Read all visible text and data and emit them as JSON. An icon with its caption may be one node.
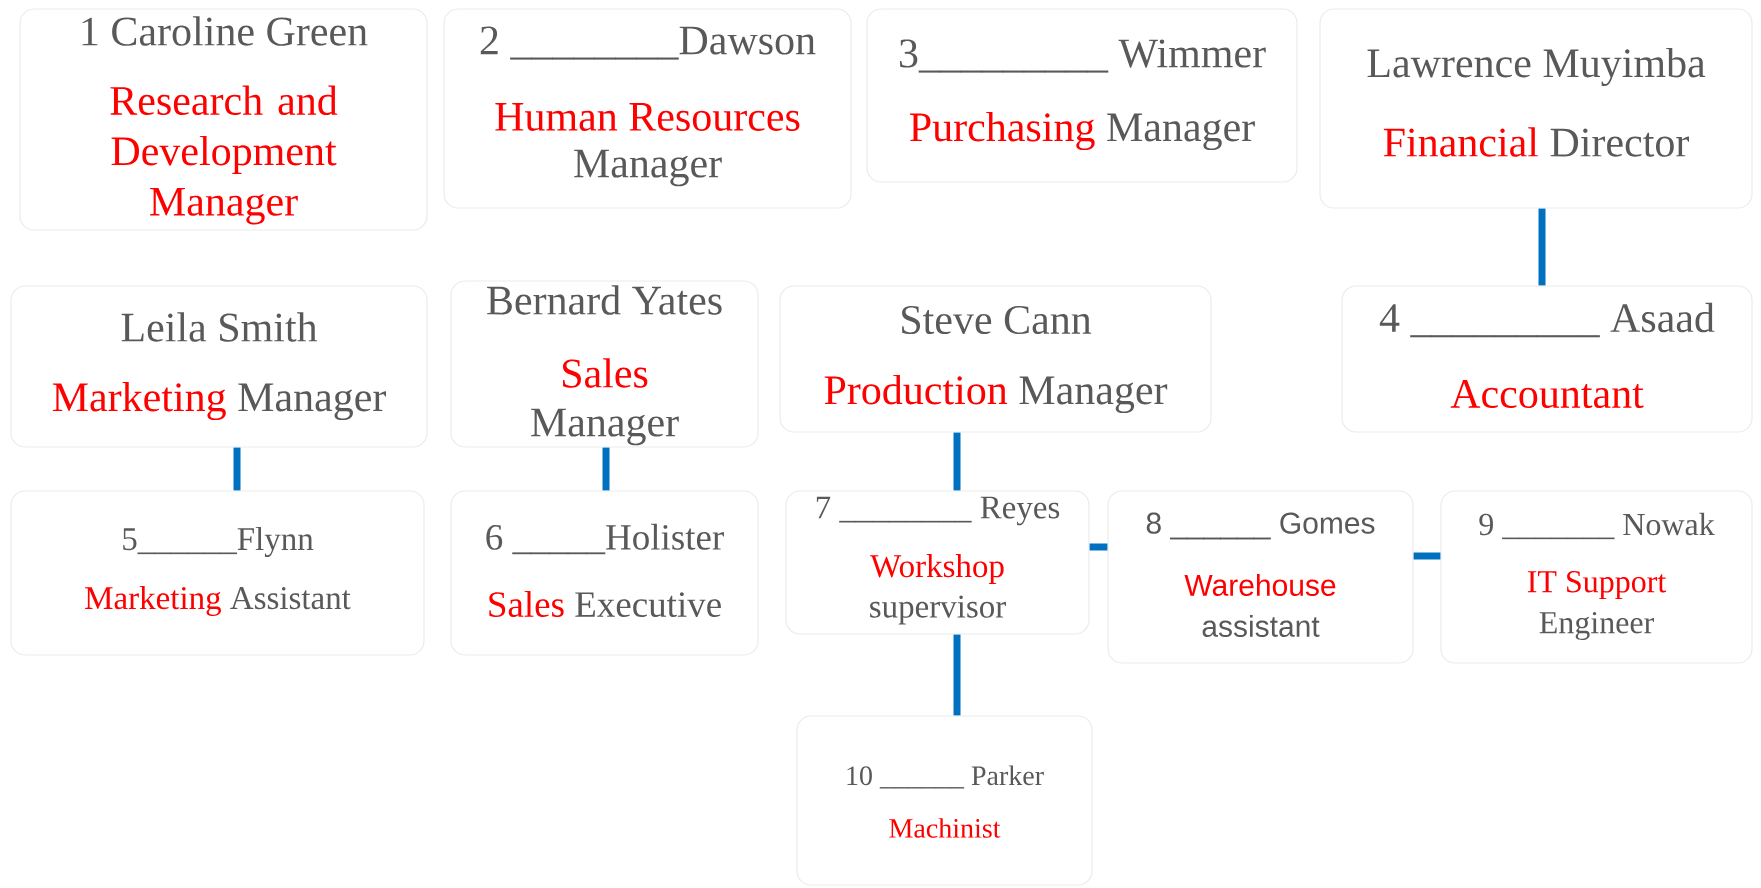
{
  "diagram": {
    "nodes": [
      {
        "text": [
          "1 Caroline Green",
          "Research and Development Manager"
        ]
      },
      {
        "text": [
          "2 ________Dawson",
          "Human Resources",
          "Manager"
        ]
      },
      {
        "text": [
          "3_________ Wimmer",
          "Purchasing",
          "Manager"
        ]
      },
      {
        "text": [
          "Lawrence Muyimba",
          "Financial",
          "Director"
        ]
      },
      {
        "text": [
          "Leila Smith",
          "Marketing",
          "Manager"
        ]
      },
      {
        "text": [
          "Bernard Yates",
          "Sales",
          "Manager"
        ]
      },
      {
        "text": [
          "Steve Cann",
          "Production",
          "Manager"
        ]
      },
      {
        "text": [
          "4 _________ Asaad",
          "Accountant"
        ]
      },
      {
        "text": [
          "5______Flynn",
          "Marketing",
          "Assistant"
        ]
      },
      {
        "text": [
          "6 _____Holister",
          "Sales",
          "Executive"
        ]
      },
      {
        "text": [
          "7 ________ Reyes",
          "Workshop",
          "supervisor"
        ]
      },
      {
        "text": [
          "8 ______ Gomes",
          "Warehouse",
          "assistant"
        ]
      },
      {
        "text": [
          "9 _______ Nowak",
          "IT Support",
          "Engineer"
        ]
      },
      {
        "text": [
          "10 ______ Parker",
          "Machinist"
        ]
      }
    ],
    "edges": [
      {
        "from": 3,
        "to": 7,
        "arrow": "none"
      },
      {
        "from": 4,
        "to": 8,
        "arrow": "none"
      },
      {
        "from": 5,
        "to": 9,
        "arrow": "none"
      },
      {
        "from": 6,
        "to": 10,
        "arrow": "none"
      },
      {
        "from": 10,
        "to": 11,
        "arrow": "none"
      },
      {
        "from": 11,
        "to": 12,
        "arrow": "none"
      },
      {
        "from": 10,
        "to": 13,
        "arrow": "none"
      }
    ]
  }
}
